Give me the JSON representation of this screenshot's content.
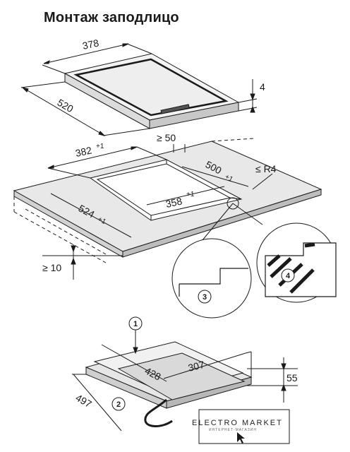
{
  "title": "Монтаж заподлицо",
  "diagram1": {
    "width": "378",
    "depth": "520",
    "height": "4"
  },
  "diagram2": {
    "cut_width_base": "382",
    "cut_width_tol": "+1",
    "min_edge": "≥ 50",
    "cut_depth_base": "500",
    "cut_depth_tol": "+1",
    "radius": "≤ R4",
    "inner_width_base": "358",
    "inner_width_tol": "+1",
    "inner_depth_base": "524",
    "inner_depth_tol": "+1",
    "min_thickness": "≥ 10",
    "detail3": "3",
    "detail4": "4"
  },
  "diagram3": {
    "callout1": "1",
    "callout2": "2",
    "width": "428",
    "depth": "307",
    "height": "55",
    "length": "497"
  },
  "watermark": {
    "line1": "ELECTRO MARKET",
    "line2": "ИНТЕРНЕТ-МАГАЗИН"
  }
}
